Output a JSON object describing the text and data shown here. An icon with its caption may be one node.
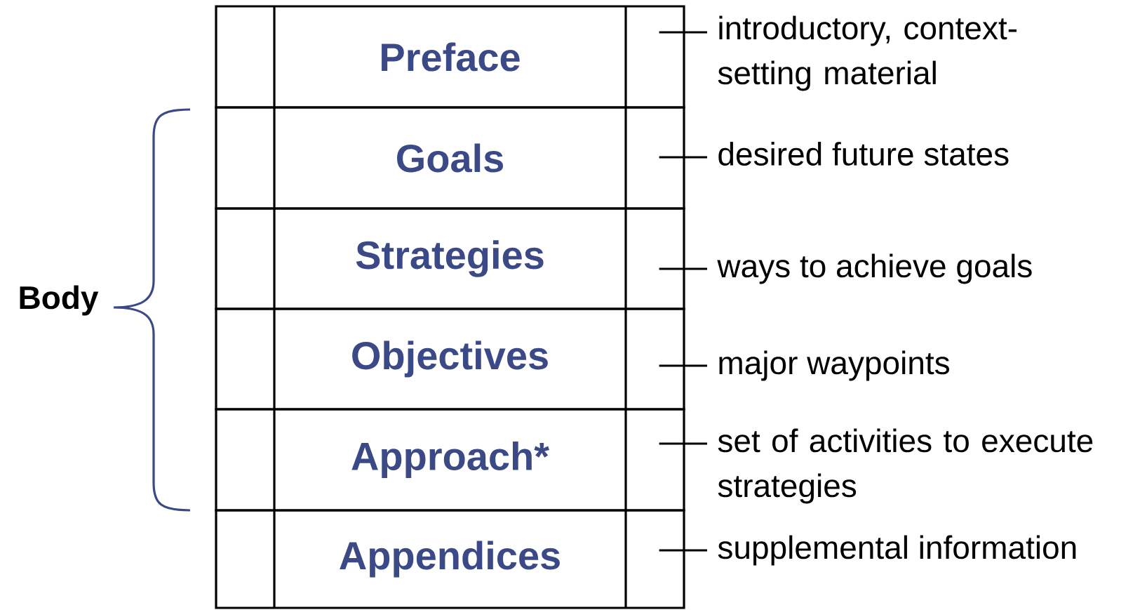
{
  "diagram": {
    "nodes": [
      {
        "text": [
          "Preface"
        ]
      },
      {
        "text": [
          "Goals"
        ]
      },
      {
        "text": [
          "Strategies"
        ]
      },
      {
        "text": [
          "Objectives"
        ]
      },
      {
        "text": [
          "Approach*"
        ]
      },
      {
        "text": [
          "Appendices"
        ]
      },
      {
        "text": [
          "introductory, context-setting material"
        ]
      },
      {
        "text": [
          "desired future states"
        ]
      },
      {
        "text": [
          "ways to achieve goals"
        ]
      },
      {
        "text": [
          "major waypoints"
        ]
      },
      {
        "text": [
          "set of activities to execute strategies"
        ]
      },
      {
        "text": [
          "supplemental information"
        ]
      }
    ],
    "edges": [
      {
        "from": 0,
        "to": 6,
        "arrow": "none"
      },
      {
        "from": 1,
        "to": 7,
        "arrow": "none"
      },
      {
        "from": 2,
        "to": 8,
        "arrow": "none"
      },
      {
        "from": 3,
        "to": 9,
        "arrow": "none"
      },
      {
        "from": 4,
        "to": 10,
        "arrow": "none"
      },
      {
        "from": 5,
        "to": 11,
        "arrow": "none"
      }
    ],
    "labels": [
      "Body"
    ]
  }
}
